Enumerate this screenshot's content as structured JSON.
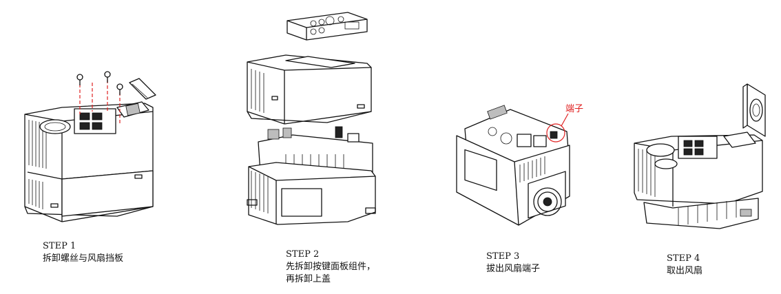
{
  "steps": [
    {
      "label": "STEP 1",
      "lines": [
        "拆卸螺丝与风扇挡板"
      ]
    },
    {
      "label": "STEP 2",
      "lines": [
        "先拆卸按键面板组件，",
        "再拆卸上盖"
      ]
    },
    {
      "label": "STEP 3",
      "lines": [
        "拔出风扇端子"
      ]
    },
    {
      "label": "STEP 4",
      "lines": [
        "取出风扇"
      ]
    }
  ],
  "callouts": {
    "terminal": "端子"
  },
  "colors": {
    "annotation": "#e02020",
    "line": "#111111"
  }
}
